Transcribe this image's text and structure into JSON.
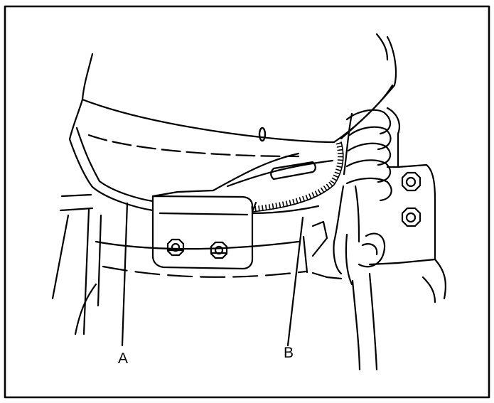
{
  "labels": {
    "a": "A",
    "b": "B"
  },
  "ring_marking": "0",
  "colors": {
    "stroke": "#000000",
    "background": "#ffffff"
  }
}
